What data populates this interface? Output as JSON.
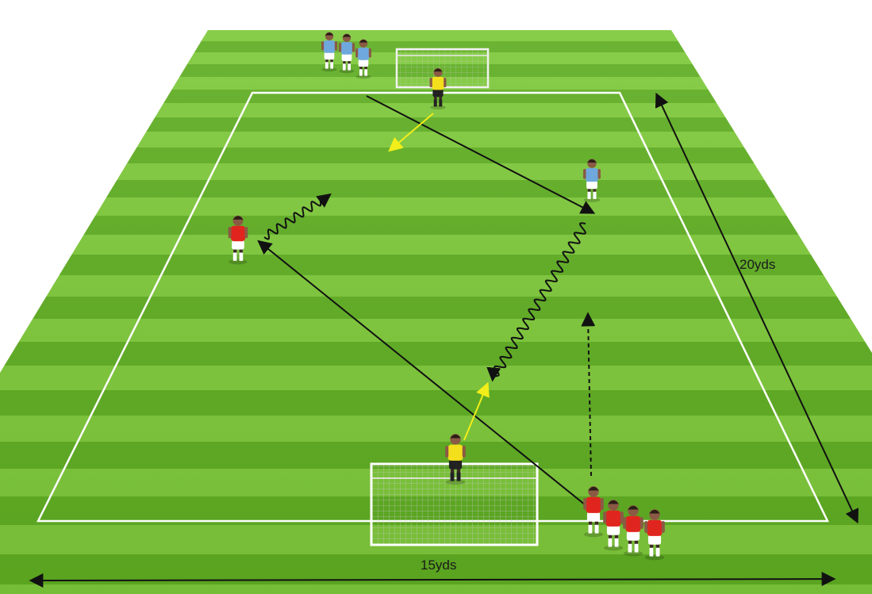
{
  "diagram": {
    "dimension_labels": {
      "length": "20yds",
      "width": "15yds"
    },
    "colors": {
      "pitch_light": "#7ec93a",
      "pitch_dark": "#5fae22",
      "lines": "#ffffff",
      "pass_arrow": "#111111",
      "goalkeeper_pass": "#f2ee1a",
      "red_team": "#e0251f",
      "blue_team": "#6fa8dc",
      "goalkeeper": "#f4df1c"
    },
    "players": {
      "red_team_count": 5,
      "blue_team_count": 4,
      "goalkeeper_count": 2
    }
  }
}
